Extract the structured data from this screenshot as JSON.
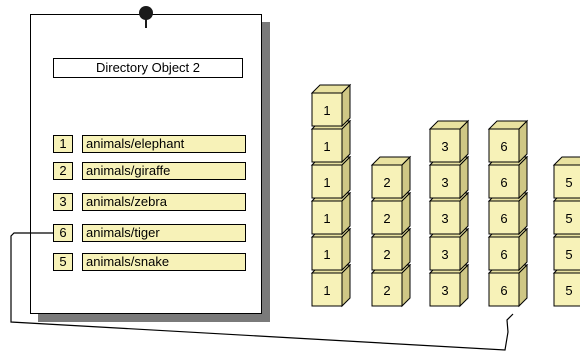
{
  "document": {
    "title": "Directory Object 2",
    "entries": [
      {
        "num": "1",
        "path": "animals/elephant"
      },
      {
        "num": "2",
        "path": "animals/giraffe"
      },
      {
        "num": "3",
        "path": "animals/zebra"
      },
      {
        "num": "6",
        "path": "animals/tiger"
      },
      {
        "num": "5",
        "path": "animals/snake"
      }
    ]
  },
  "stacks": [
    {
      "label": "1",
      "count": 6
    },
    {
      "label": "2",
      "count": 4
    },
    {
      "label": "3",
      "count": 5
    },
    {
      "label": "6",
      "count": 5
    },
    {
      "label": "5",
      "count": 4
    }
  ],
  "colors": {
    "cube_front": "#f7f2b8",
    "cube_top": "#e9e2a0",
    "cube_side": "#cfc785",
    "outline": "#000000"
  }
}
